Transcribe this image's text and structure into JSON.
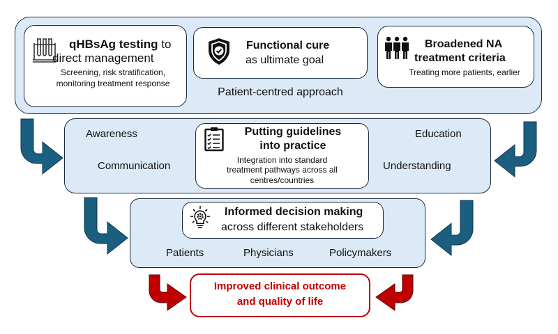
{
  "colors": {
    "panel_fill": "#dce9f6",
    "border": "#1b2a3a",
    "arrow_blue": "#1a5f80",
    "arrow_red": "#c00000",
    "outcome_text": "#c00000"
  },
  "tier1": {
    "footer": "Patient-centred approach",
    "cards": [
      {
        "icon": "test-tubes-icon",
        "title_bold": "qHBsAg testing",
        "title_rest": " to",
        "title_line2": "direct management",
        "subtitle_line1": "Screening, risk stratification,",
        "subtitle_line2": "monitoring treatment response"
      },
      {
        "icon": "shield-check-icon",
        "title_bold": "Functional cure",
        "title_line2": "as ultimate goal"
      },
      {
        "icon": "people-group-icon",
        "title_bold": "Broadened NA",
        "title_line2": "treatment criteria",
        "subtitle_line1": "Treating more patients, earlier"
      }
    ]
  },
  "tier2": {
    "left_labels": [
      "Awareness",
      "Communication"
    ],
    "right_labels": [
      "Education",
      "Understanding"
    ],
    "card": {
      "icon": "clipboard-checklist-icon",
      "title_line1": "Putting guidelines",
      "title_line2": "into practice",
      "subtitle_line1": "Integration into standard",
      "subtitle_line2": "treatment pathways across all",
      "subtitle_line3": "centres/countries"
    }
  },
  "tier3": {
    "card": {
      "icon": "lightbulb-gear-icon",
      "title_bold": "Informed decision making",
      "title_line2": "across different stakeholders"
    },
    "stakeholders": [
      "Patients",
      "Physicians",
      "Policymakers"
    ]
  },
  "outcome": {
    "line1": "Improved clinical outcome",
    "line2": "and quality of life"
  }
}
